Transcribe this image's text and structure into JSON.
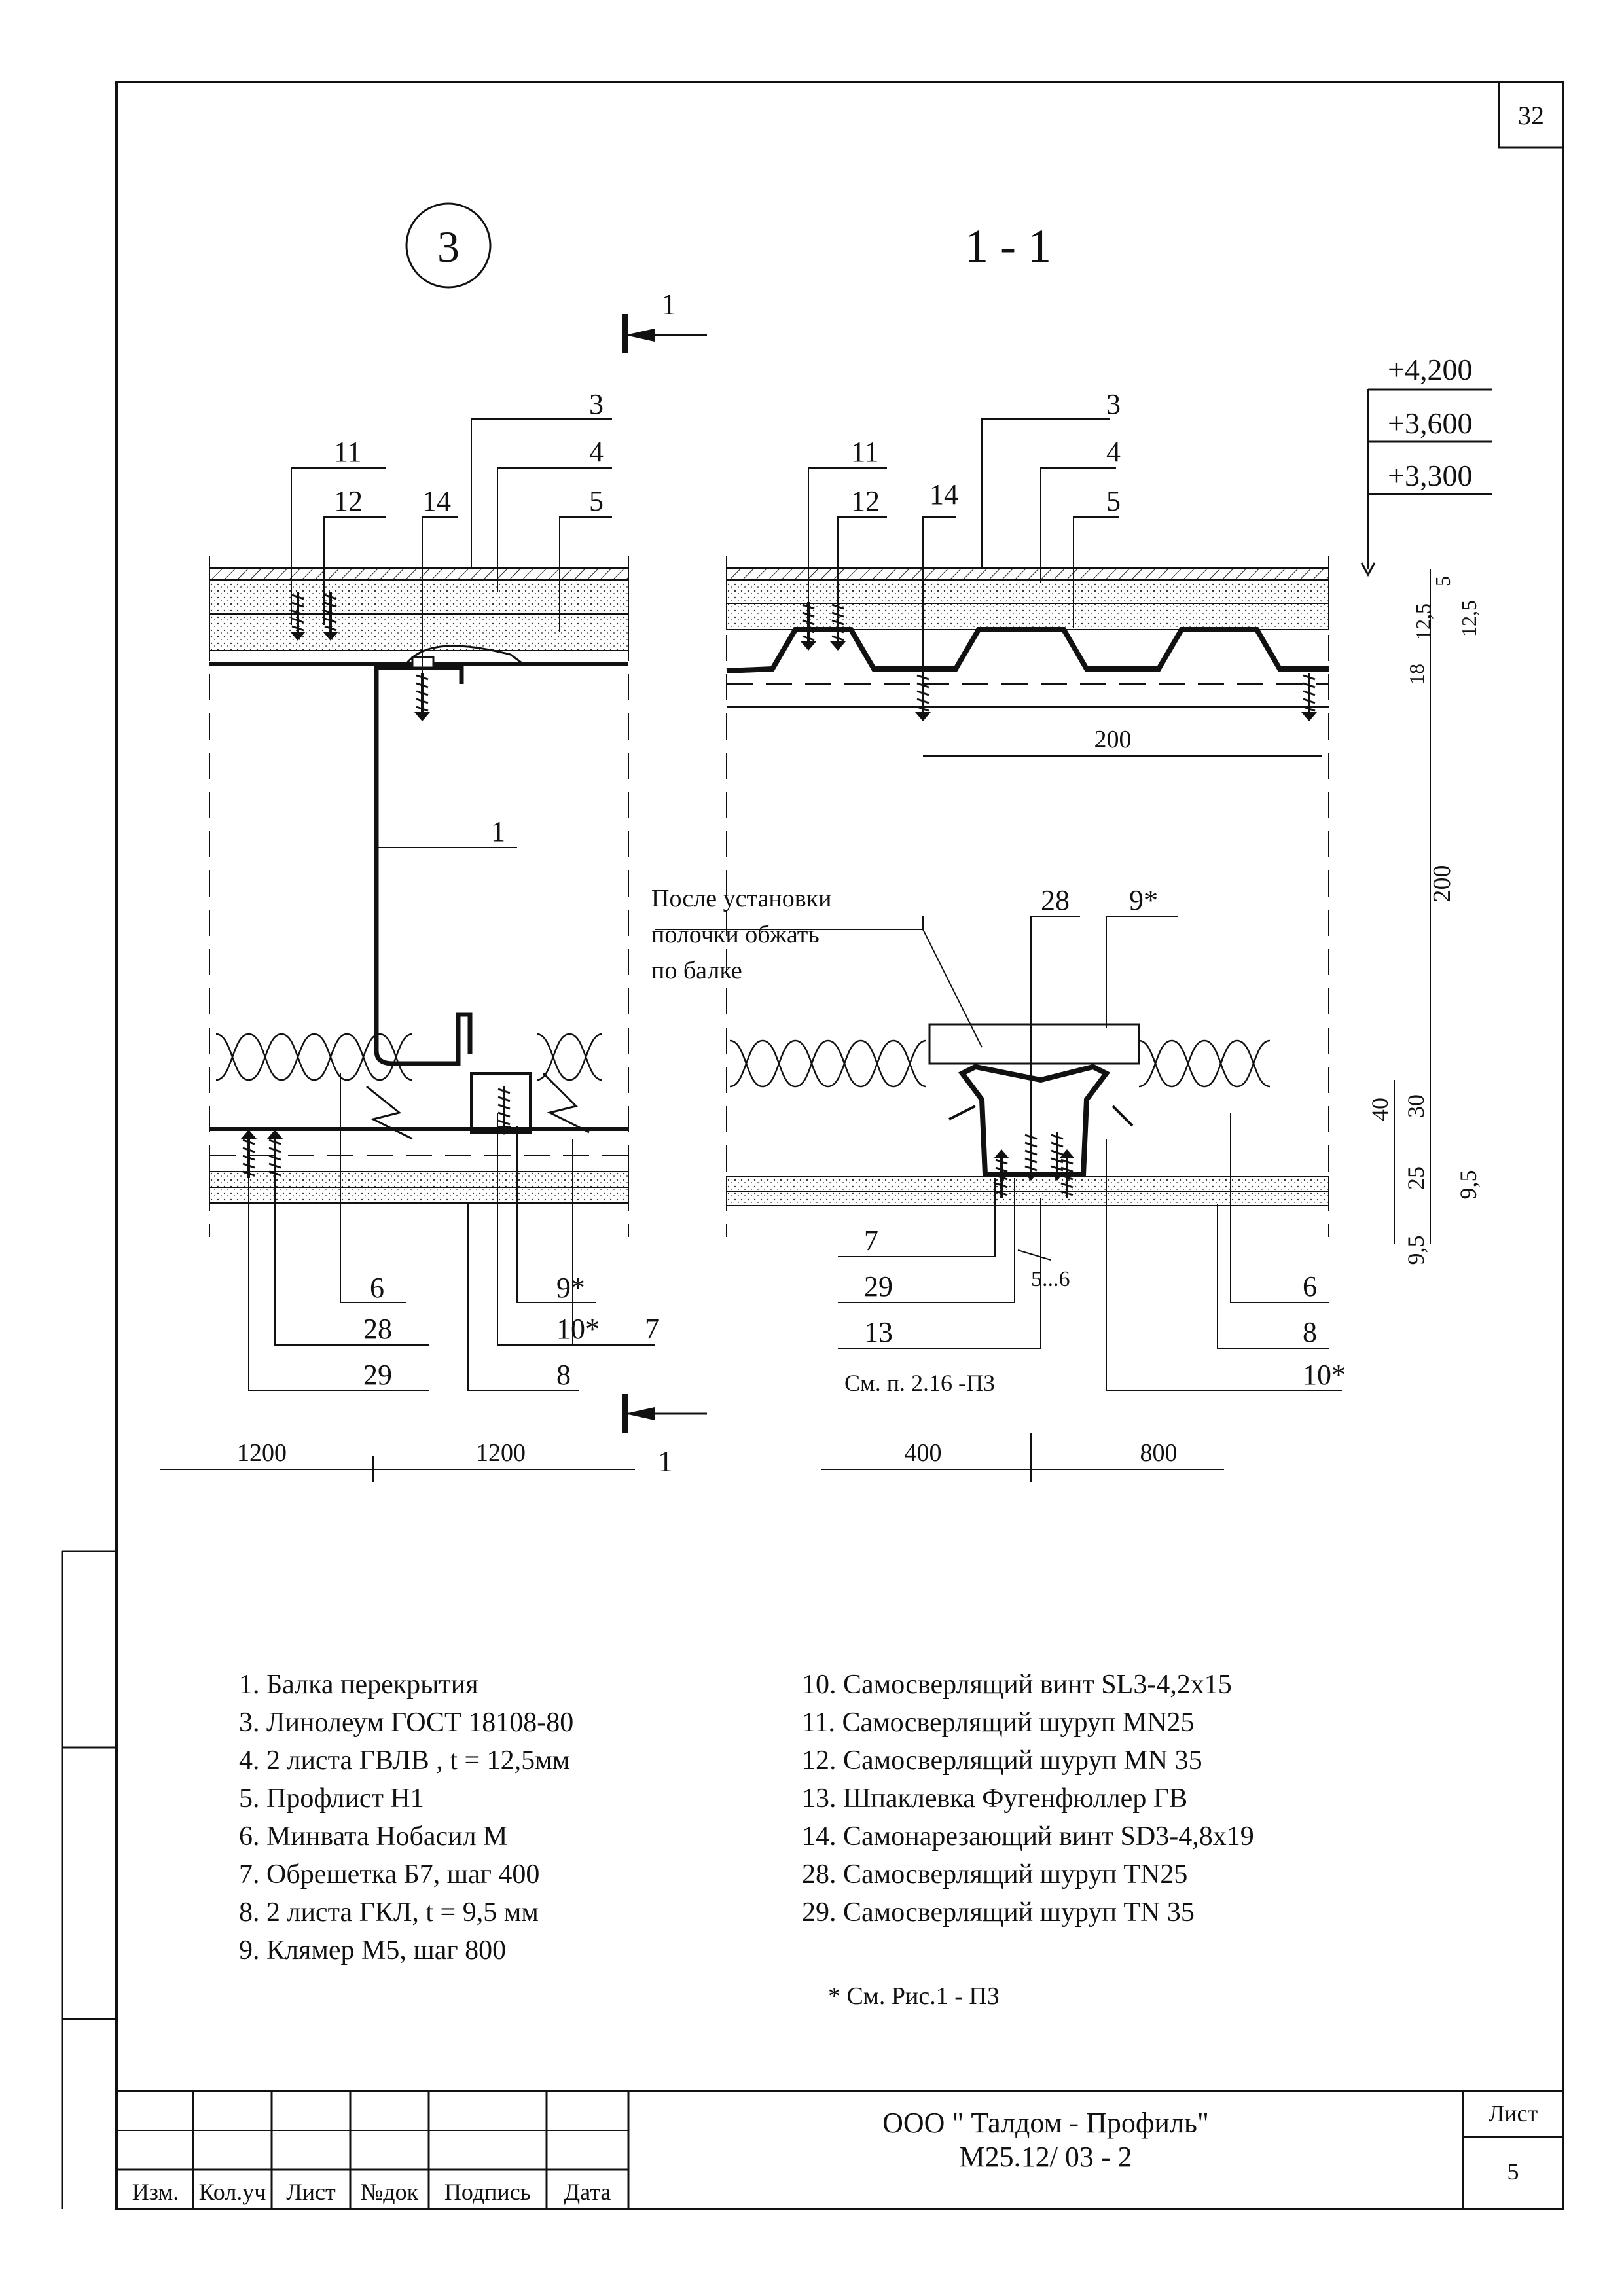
{
  "sheet_number": "32",
  "detail": {
    "number": "3",
    "section_title": "1 - 1"
  },
  "section_marks": {
    "top": "1",
    "bottom": "1"
  },
  "levels": [
    "+4,200",
    "+3,600",
    "+3,300"
  ],
  "left_callouts": {
    "c3": "3",
    "c4": "4",
    "c5": "5",
    "c11": "11",
    "c12": "12",
    "c14": "14",
    "c1": "1",
    "c6": "6",
    "c9": "9*",
    "c7": "7",
    "c28": "28",
    "c10": "10*",
    "c29": "29",
    "c8": "8"
  },
  "right_callouts": {
    "c3": "3",
    "c4": "4",
    "c5": "5",
    "c11": "11",
    "c12": "12",
    "c14": "14",
    "c28": "28",
    "c9": "9*",
    "c7": "7",
    "c29": "29",
    "c13": "13",
    "c6": "6",
    "c8": "8",
    "c10": "10*"
  },
  "annotations": {
    "after_install_1": "После установки",
    "after_install_2": "полочки обжать",
    "after_install_3": "по балке",
    "ref_note": "См. п. 2.16  -ПЗ",
    "gap": "5...6"
  },
  "dimensions": {
    "left_a": "1200",
    "left_b": "1200",
    "right_a": "400",
    "right_b": "800",
    "pitch": "200",
    "v_5": "5",
    "v_12a": "12,5",
    "v_12b": "12,5",
    "v_18": "18",
    "v_200": "200",
    "v_40": "40",
    "v_30": "30",
    "v_25": "25",
    "v_9a": "9,5",
    "v_9b": "9,5"
  },
  "legend_left": [
    "1. Балка перекрытия",
    "3. Линолеум ГОСТ 18108-80",
    "4. 2 листа ГВЛВ , t = 12,5мм",
    "5. Профлист Н1",
    "6. Минвата Нобасил М",
    "7. Обрешетка Б7, шаг 400",
    "8. 2 листа ГКЛ,  t = 9,5 мм",
    "9. Клямер М5, шаг 800"
  ],
  "legend_right": [
    "10. Самосверлящий винт SL3-4,2x15",
    "11. Самосверлящий шуруп  MN25",
    "12. Самосверлящий шуруп  MN 35",
    "13. Шпаклевка Фугенфюллер ГВ",
    "14. Самонарезающий винт  SD3-4,8x19",
    "28. Самосверлящий шуруп  TN25",
    "29. Самосверлящий шуруп  TN 35"
  ],
  "footnote": "* См. Рис.1 - ПЗ",
  "title_block": {
    "company": "ООО \" Талдом - Профиль\"",
    "code": "М25.12/ 03 - 2",
    "sheet_label": "Лист",
    "sheet_value": "5",
    "columns": [
      "Изм.",
      "Кол.уч",
      "Лист",
      "№док",
      "Подпись",
      "Дата"
    ]
  }
}
